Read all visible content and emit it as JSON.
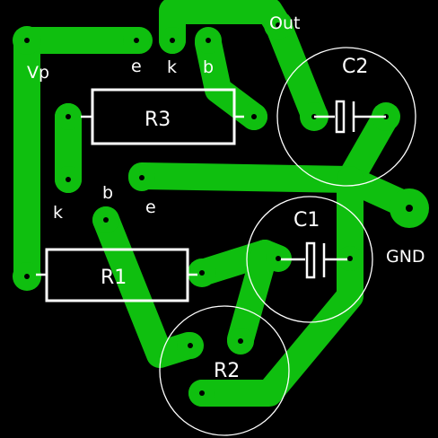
{
  "colors": {
    "background": "#000000",
    "copper": "#0fbf0f",
    "silkscreen": "#ffffff"
  },
  "labels": {
    "vp": "Vp",
    "out": "Out",
    "gnd": "GND",
    "t1_e": "e",
    "t1_k": "k",
    "t1_b": "b",
    "t2_k": "k",
    "t2_b": "b",
    "t2_e": "e"
  },
  "components": {
    "r3": "R3",
    "r1": "R1",
    "r2": "R2",
    "c1": "C1",
    "c2": "C2"
  }
}
